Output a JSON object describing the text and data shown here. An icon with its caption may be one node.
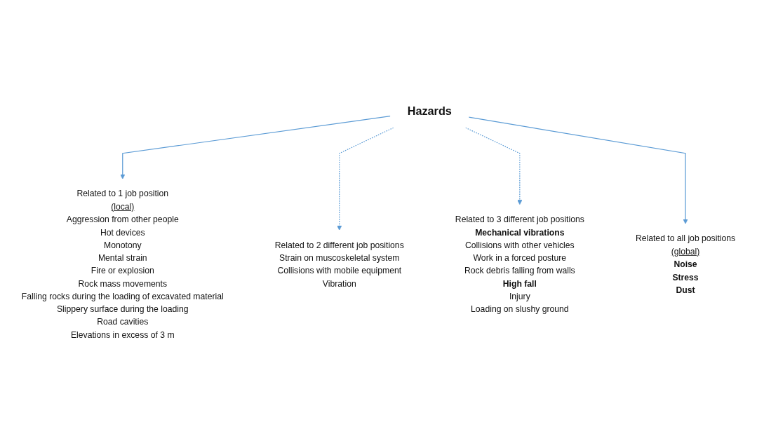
{
  "diagram": {
    "nodes": [
      {
        "text": [
          "Hazards"
        ]
      },
      {
        "text": [
          "Related to 1 job position",
          "(local)",
          "Aggression from other people",
          "Hot devices",
          "Monotony",
          "Mental strain",
          "Fire or explosion",
          "Rock mass movements",
          "Falling rocks during the loading of excavated material",
          "Slippery surface during the loading",
          "Road cavities",
          "Elevations in excess of 3 m"
        ]
      },
      {
        "text": [
          "Related to 2 different job positions",
          "Strain on muscoskeletal system",
          "Collisions with mobile equipment",
          "Vibration"
        ]
      },
      {
        "text": [
          "Related to 3 different job positions",
          "**Mechanical vibrations**",
          "Collisions with other vehicles",
          "Work in a forced posture",
          "Rock debris falling from walls",
          "**High fall**",
          "Injury",
          "Loading on slushy ground"
        ]
      },
      {
        "text": [
          "Related to all job positions",
          "(global)",
          "**Noise**",
          "**Stress**",
          "**Dust**"
        ]
      }
    ],
    "edges": [
      {
        "from": 0,
        "to": 1,
        "arrow": "to"
      },
      {
        "from": 0,
        "to": 2,
        "arrow": "to",
        "style": "dashed"
      },
      {
        "from": 0,
        "to": 3,
        "arrow": "to",
        "style": "dashed"
      },
      {
        "from": 0,
        "to": 4,
        "arrow": "to"
      }
    ]
  }
}
